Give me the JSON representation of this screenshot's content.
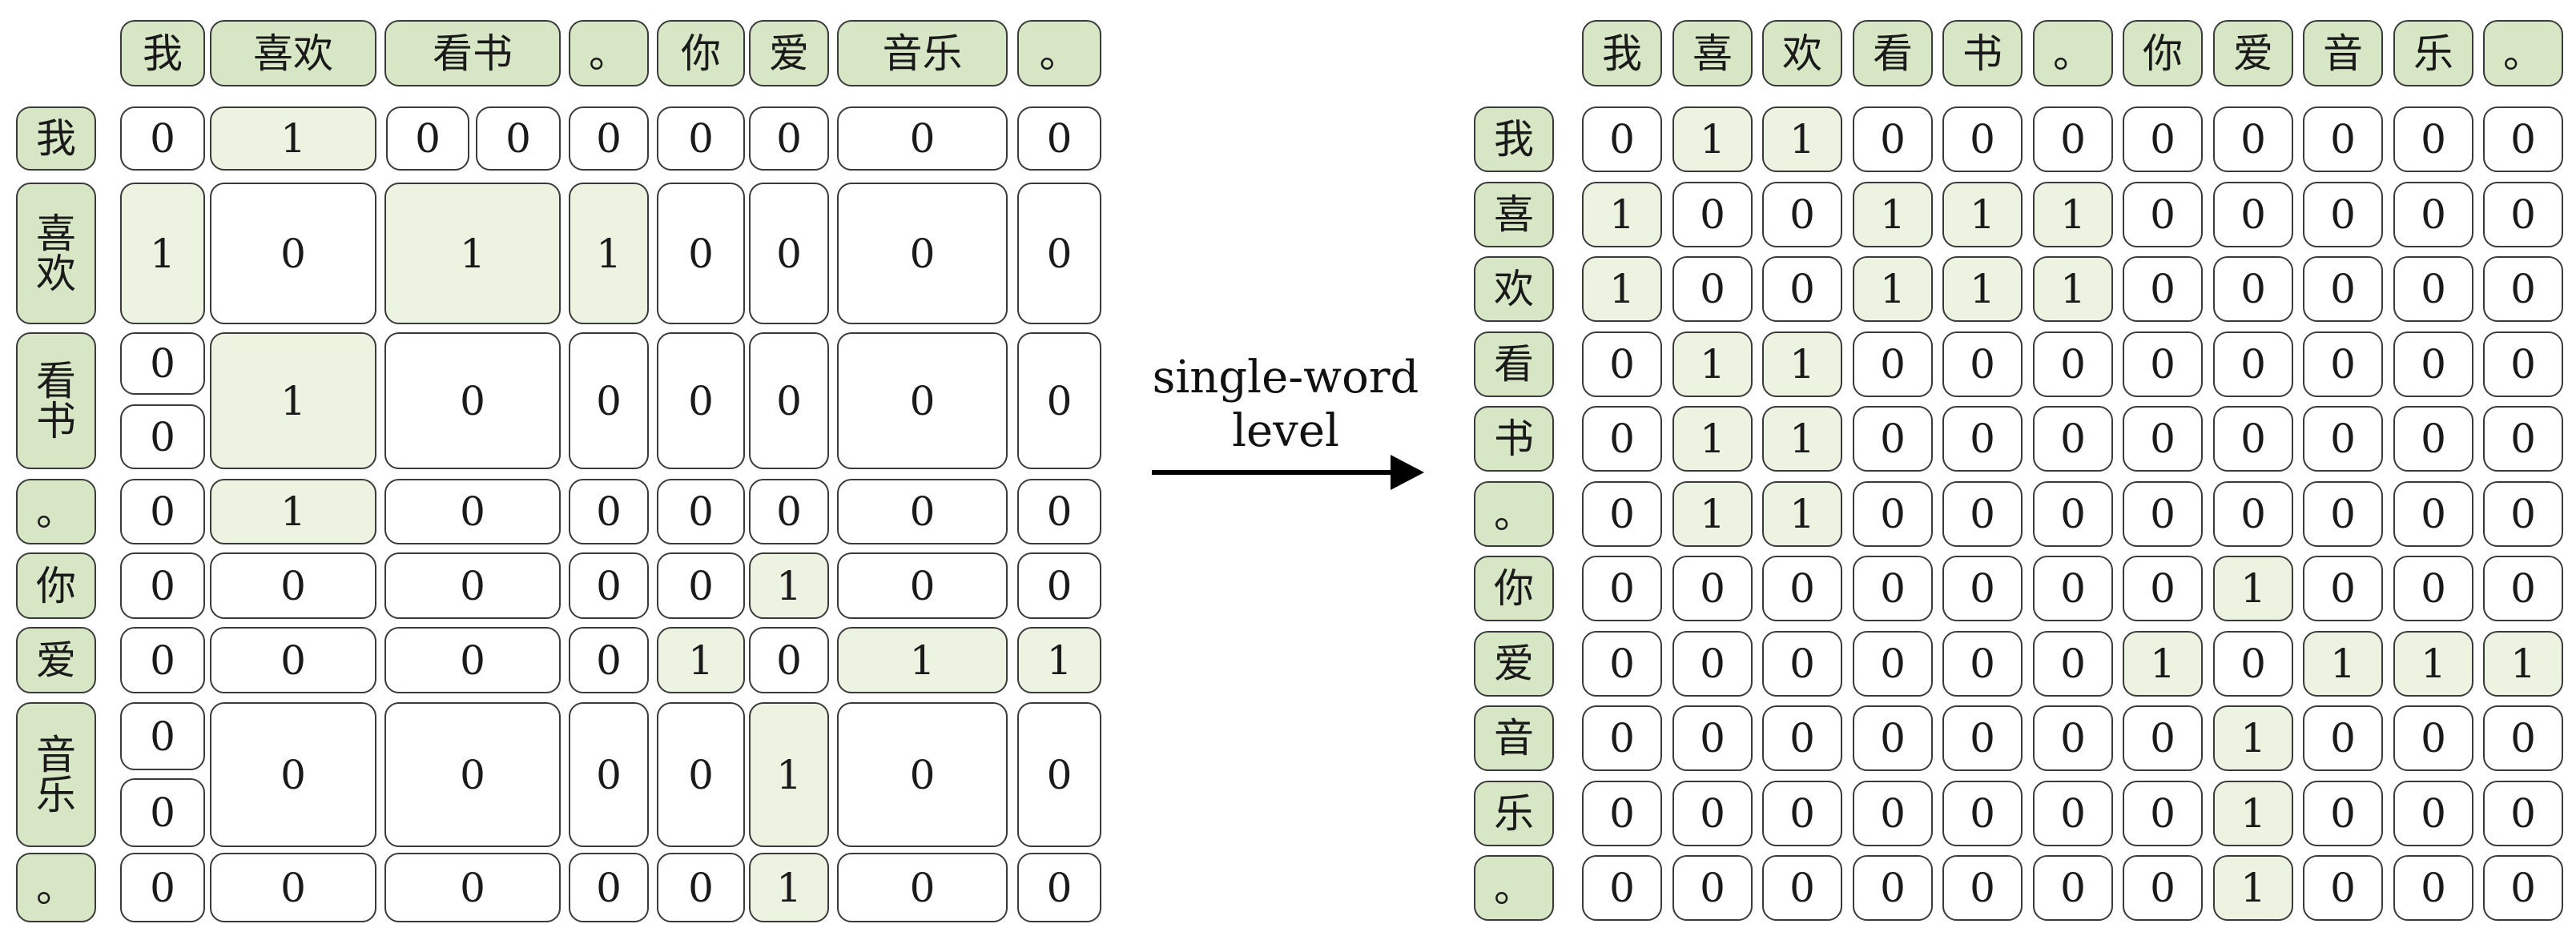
{
  "colors": {
    "header_fill": "#d7e6c4",
    "highlight_fill": "#edf3e1",
    "cell_fill": "#ffffff",
    "border": "#3a3a3a"
  },
  "left_matrix": {
    "col_labels": [
      "我",
      "喜欢",
      "看书",
      "。",
      "你",
      "爱",
      "音乐",
      "。"
    ],
    "row_labels": [
      "我",
      "喜欢",
      "看书",
      "。",
      "你",
      "爱",
      "音乐",
      "。"
    ],
    "rows": [
      [
        "0",
        "1",
        "0 0",
        "0",
        "0",
        "0",
        "0",
        "0"
      ],
      [
        "1",
        "0",
        "1",
        "1",
        "0",
        "0",
        "0",
        "0"
      ],
      [
        "0 0",
        "1",
        "0",
        "0",
        "0",
        "0",
        "0",
        "0"
      ],
      [
        "0",
        "1",
        "0",
        "0",
        "0",
        "0",
        "0",
        "0"
      ],
      [
        "0",
        "0",
        "0",
        "0",
        "0",
        "1",
        "0",
        "0"
      ],
      [
        "0",
        "0",
        "0",
        "0",
        "1",
        "0",
        "1",
        "1"
      ],
      [
        "0 0",
        "0",
        "0",
        "0",
        "0",
        "1",
        "0",
        "0"
      ],
      [
        "0",
        "0",
        "0",
        "0",
        "0",
        "1",
        "0",
        "0"
      ]
    ]
  },
  "arrow_label": [
    "single-word",
    "level"
  ],
  "right_matrix": {
    "col_labels": [
      "我",
      "喜",
      "欢",
      "看",
      "书",
      "。",
      "你",
      "爱",
      "音",
      "乐",
      "。"
    ],
    "row_labels": [
      "我",
      "喜",
      "欢",
      "看",
      "书",
      "。",
      "你",
      "爱",
      "音",
      "乐",
      "。"
    ],
    "rows": [
      [
        "0",
        "1",
        "1",
        "0",
        "0",
        "0",
        "0",
        "0",
        "0",
        "0",
        "0"
      ],
      [
        "1",
        "0",
        "0",
        "1",
        "1",
        "1",
        "0",
        "0",
        "0",
        "0",
        "0"
      ],
      [
        "1",
        "0",
        "0",
        "1",
        "1",
        "1",
        "0",
        "0",
        "0",
        "0",
        "0"
      ],
      [
        "0",
        "1",
        "1",
        "0",
        "0",
        "0",
        "0",
        "0",
        "0",
        "0",
        "0"
      ],
      [
        "0",
        "1",
        "1",
        "0",
        "0",
        "0",
        "0",
        "0",
        "0",
        "0",
        "0"
      ],
      [
        "0",
        "1",
        "1",
        "0",
        "0",
        "0",
        "0",
        "0",
        "0",
        "0",
        "0"
      ],
      [
        "0",
        "0",
        "0",
        "0",
        "0",
        "0",
        "0",
        "1",
        "0",
        "0",
        "0"
      ],
      [
        "0",
        "0",
        "0",
        "0",
        "0",
        "0",
        "1",
        "0",
        "1",
        "1",
        "1"
      ],
      [
        "0",
        "0",
        "0",
        "0",
        "0",
        "0",
        "0",
        "1",
        "0",
        "0",
        "0"
      ],
      [
        "0",
        "0",
        "0",
        "0",
        "0",
        "0",
        "0",
        "1",
        "0",
        "0",
        "0"
      ],
      [
        "0",
        "0",
        "0",
        "0",
        "0",
        "0",
        "0",
        "1",
        "0",
        "0",
        "0"
      ]
    ]
  }
}
